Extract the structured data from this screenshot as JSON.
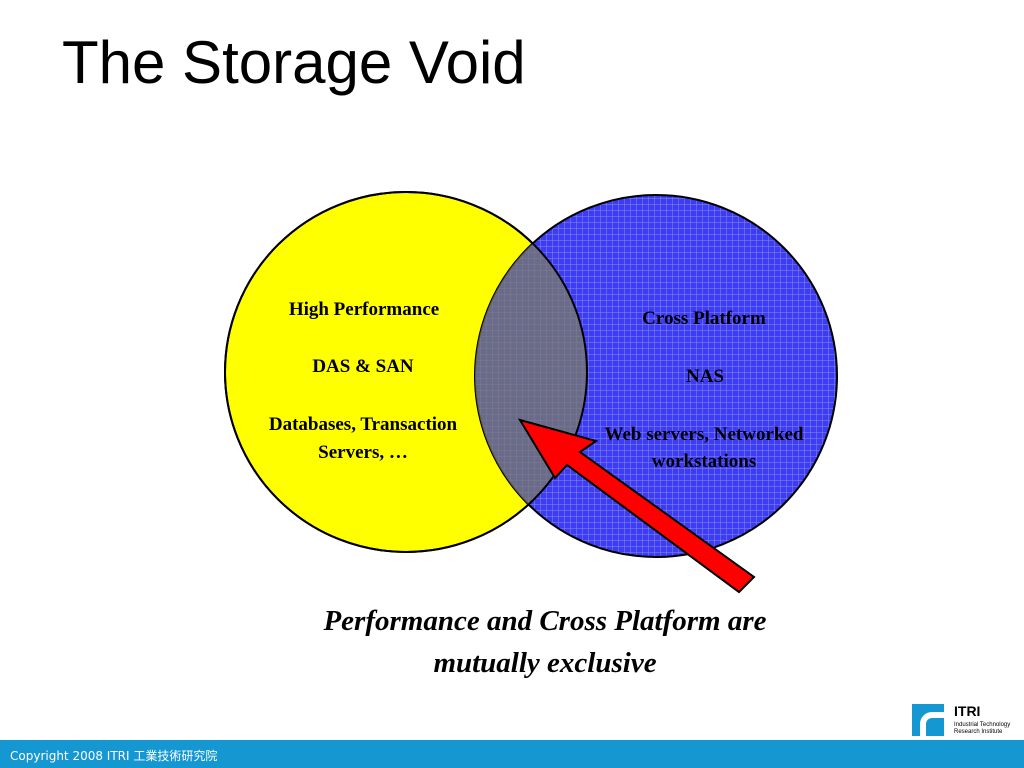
{
  "title": "The Storage Void",
  "left_circle": {
    "heading": "High Performance",
    "category": "DAS & SAN",
    "examples_line1": "Databases, Transaction",
    "examples_line2": "Servers, …",
    "color": "#ffff00"
  },
  "right_circle": {
    "heading": "Cross Platform",
    "category": "NAS",
    "examples_line1": "Web servers, Networked",
    "examples_line2": "workstations",
    "color": "#4040ff"
  },
  "arrow_color": "#ff0000",
  "caption": {
    "line1": "Performance and Cross Platform are",
    "line2": "mutually exclusive"
  },
  "footer": {
    "copyright": "Copyright 2008 ITRI 工業技術研究院",
    "color": "#1597d2"
  },
  "logo": {
    "name": "ITRI",
    "sub_line1": "Industrial Technology",
    "sub_line2": "Research Institute"
  }
}
